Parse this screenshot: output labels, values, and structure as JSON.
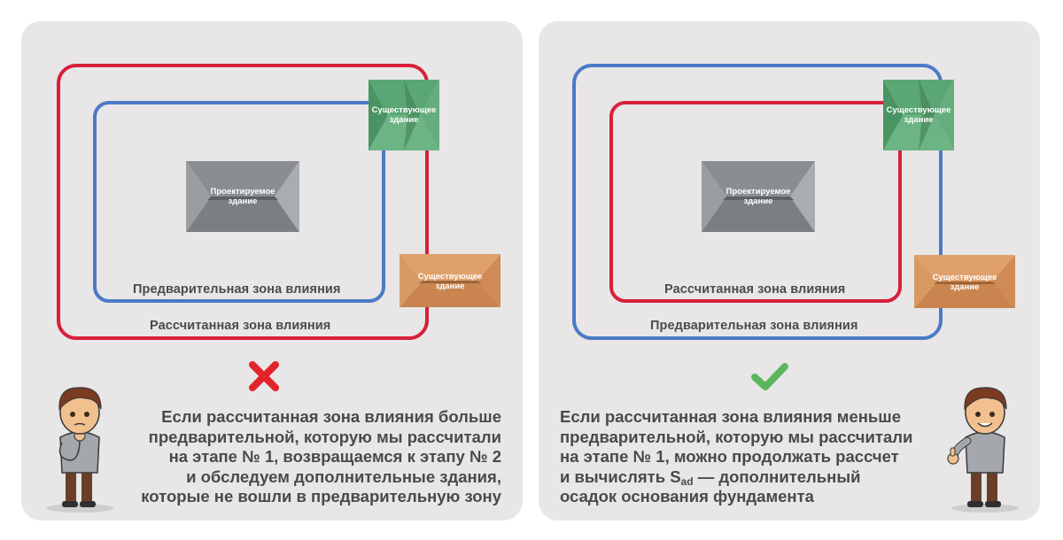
{
  "colors": {
    "panel_bg": "#e8e6e6",
    "calculated_zone": "#d81f3a",
    "preliminary_zone": "#4b7ac7",
    "designed_building": "#8e9295",
    "existing_building_green": "#5fab78",
    "existing_building_orange": "#d89159",
    "cross": "#e2242c",
    "check": "#5bb55c"
  },
  "left_panel": {
    "designed_building": {
      "line1": "Проектируемое",
      "line2": "здание"
    },
    "existing_building_top": {
      "line1": "Существующее",
      "line2": "здание"
    },
    "existing_building_right": {
      "line1": "Существующее",
      "line2": "здание"
    },
    "preliminary_zone_label": "Предварительная зона влияния",
    "calculated_zone_label": "Рассчитанная зона влияния",
    "status_icon": "cross-icon",
    "caption": "Если рассчитанная зона влияния больше\nпредварительной, которую мы рассчитали\nна этапе № 1, возвращаемся к этапу № 2\nи обследуем дополнительные здания,\nкоторые не вошли в предварительную зону"
  },
  "right_panel": {
    "designed_building": {
      "line1": "Проектируемое",
      "line2": "здание"
    },
    "existing_building_top": {
      "line1": "Существующее",
      "line2": "здание"
    },
    "existing_building_right": {
      "line1": "Существующее",
      "line2": "здание"
    },
    "calculated_zone_label": "Рассчитанная зона влияния",
    "preliminary_zone_label": "Предварительная зона влияния",
    "status_icon": "check-icon",
    "caption_part1": "Если рассчитанная зона влияния меньше\nпредварительной, которую мы рассчитали\nна этапе № 1, можно продолжать рассчет\nи вычислять S",
    "caption_subscript": "ad",
    "caption_part2": " — дополнительный\nосадок основания фундамента"
  }
}
